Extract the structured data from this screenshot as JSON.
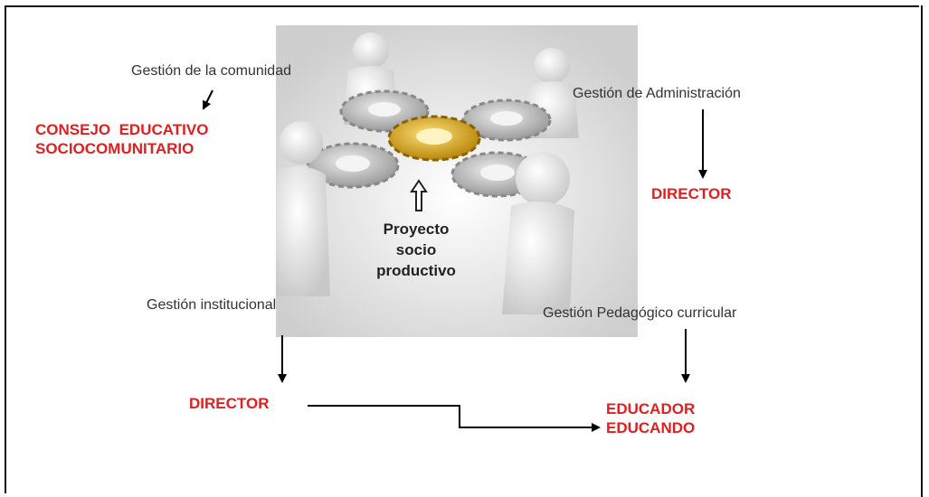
{
  "labels": {
    "comunidad": "Gestión de la comunidad",
    "administracion": "Gestión de Administración",
    "institucional": "Gestión institucional",
    "pedagogico": "Gestión Pedagógico curricular"
  },
  "roles": {
    "consejo_line1": "CONSEJO  EDUCATIVO",
    "consejo_line2": "SOCIOCOMUNITARIO",
    "director_admin": "DIRECTOR",
    "director_inst": "DIRECTOR",
    "educador": "EDUCADOR",
    "educando": "EDUCANDO"
  },
  "center": {
    "line1": "Proyecto",
    "line2": "socio",
    "line3": "productivo"
  },
  "colors": {
    "role_text": "#e02020",
    "gear_center": "#d4a017",
    "gear_gray": "#b8b8b8"
  }
}
